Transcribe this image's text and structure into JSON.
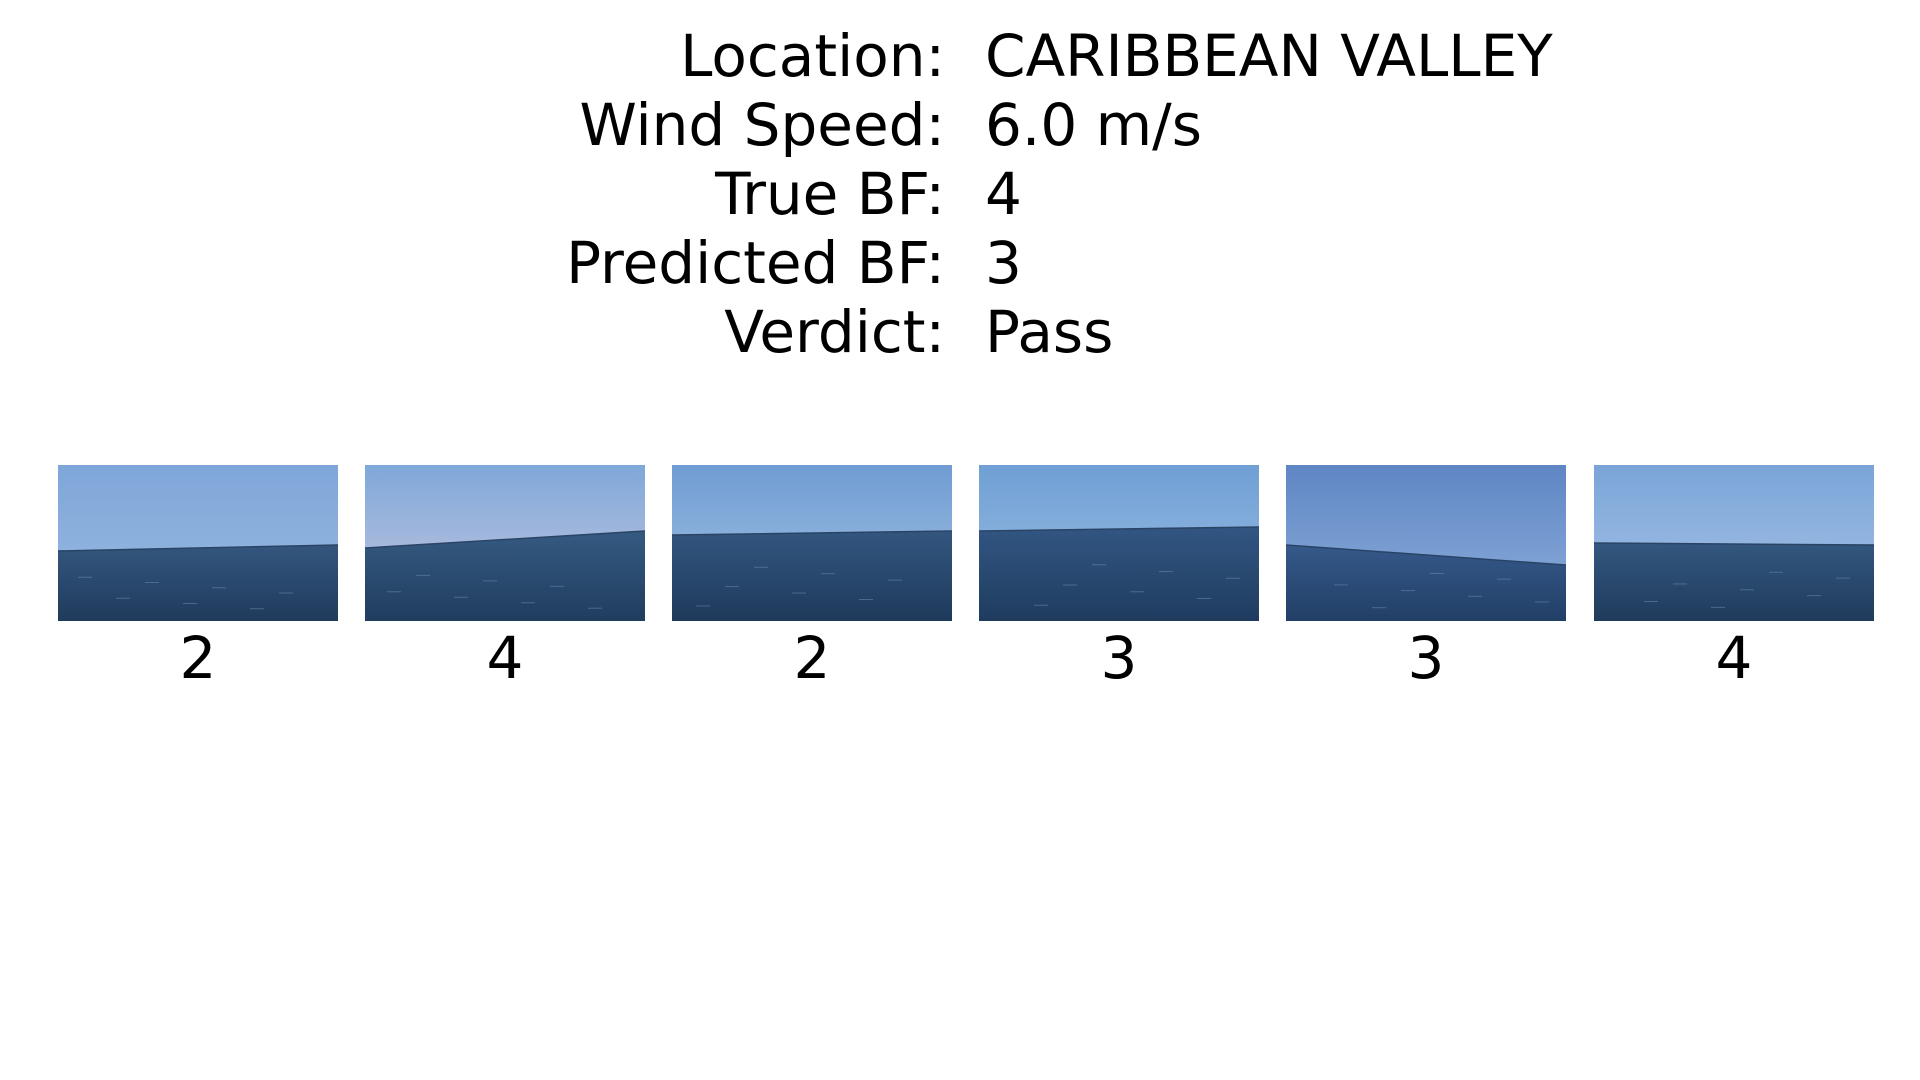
{
  "info": [
    {
      "label": "Location:",
      "value": "CARIBBEAN VALLEY"
    },
    {
      "label": "Wind Speed:",
      "value": "6.0 m/s"
    },
    {
      "label": "True BF:",
      "value": "4"
    },
    {
      "label": "Predicted BF:",
      "value": "3"
    },
    {
      "label": "Verdict:",
      "value": "Pass"
    }
  ],
  "frames": [
    {
      "label": "2",
      "sky_top": "#7ea6d8",
      "sky_bottom": "#9bbbe2",
      "sea_top": "#34567e",
      "sea_bottom": "#1f3b5c"
    },
    {
      "label": "4",
      "sky_top": "#7fa8d9",
      "sky_bottom": "#c9c8e0",
      "sea_top": "#355a82",
      "sea_bottom": "#203d5e"
    },
    {
      "label": "2",
      "sky_top": "#6f9cd2",
      "sky_bottom": "#a8c5e6",
      "sea_top": "#33567f",
      "sea_bottom": "#1e3a5b"
    },
    {
      "label": "3",
      "sky_top": "#6f9fd4",
      "sky_bottom": "#9fc1e5",
      "sea_top": "#325682",
      "sea_bottom": "#1f3c5f"
    },
    {
      "label": "3",
      "sky_top": "#5f86c4",
      "sky_bottom": "#8eb0dc",
      "sea_top": "#35598a",
      "sea_bottom": "#223f66"
    },
    {
      "label": "4",
      "sky_top": "#7aa4d7",
      "sky_bottom": "#a9c6e8",
      "sea_top": "#33577f",
      "sea_bottom": "#1f3b5c"
    }
  ]
}
